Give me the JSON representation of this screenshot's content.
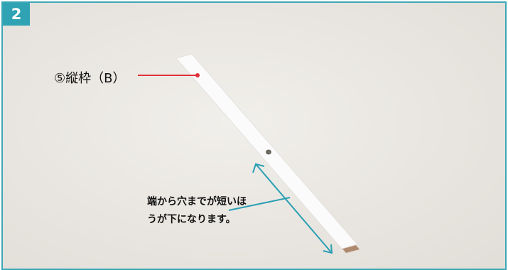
{
  "step": {
    "number": "2",
    "badge_color": "#2fa3b3"
  },
  "colors": {
    "frame_border": "#3aa7b8",
    "background": "#ebe8e3",
    "leader_red": "#e0303a",
    "arrow_teal": "#2a9fb3"
  },
  "part_label": {
    "text": "⑤縦枠（B）"
  },
  "note": {
    "text": "端から穴までが短いほうが下になります。"
  }
}
